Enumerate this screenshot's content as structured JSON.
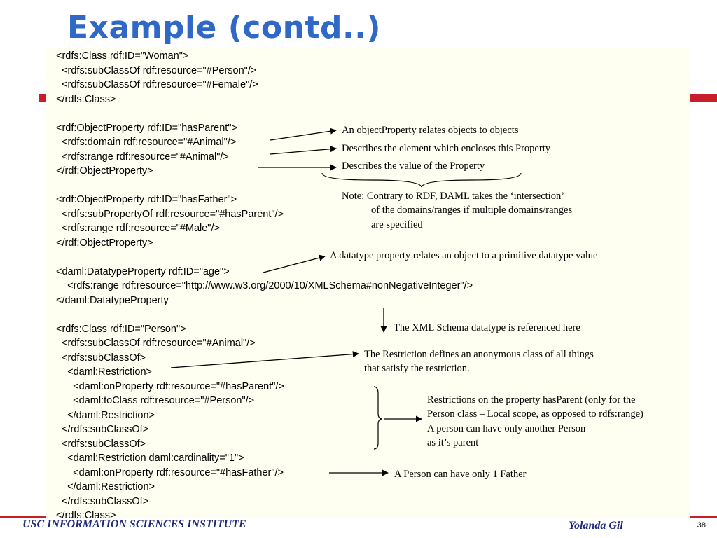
{
  "title": "Example (contd..)",
  "code_lines": [
    "<rdfs:Class rdf:ID=\"Woman\">",
    "  <rdfs:subClassOf rdf:resource=\"#Person\"/>",
    "  <rdfs:subClassOf rdf:resource=\"#Female\"/>",
    "</rdfs:Class>",
    "",
    "<rdf:ObjectProperty rdf:ID=\"hasParent\">",
    "  <rdfs:domain rdf:resource=\"#Animal\"/>",
    "  <rdfs:range rdf:resource=\"#Animal\"/>",
    "</rdf:ObjectProperty>",
    "",
    "<rdf:ObjectProperty rdf:ID=\"hasFather\">",
    "  <rdfs:subPropertyOf rdf:resource=\"#hasParent\"/>",
    "  <rdfs:range rdf:resource=\"#Male\"/>",
    "</rdf:ObjectProperty>",
    "",
    "<daml:DatatypeProperty rdf:ID=\"age\">",
    "    <rdfs:range rdf:resource=\"http://www.w3.org/2000/10/XMLSchema#nonNegativeInteger\"/>",
    "</daml:DatatypeProperty",
    "",
    "<rdfs:Class rdf:ID=\"Person\">",
    "  <rdfs:subClassOf rdf:resource=\"#Animal\"/>",
    "  <rdfs:subClassOf>",
    "    <daml:Restriction>",
    "      <daml:onProperty rdf:resource=\"#hasParent\"/>",
    "      <daml:toClass rdf:resource=\"#Person\"/>",
    "    </daml:Restriction>",
    "  </rdfs:subClassOf>",
    "  <rdfs:subClassOf>",
    "    <daml:Restriction daml:cardinality=\"1\">",
    "      <daml:onProperty rdf:resource=\"#hasFather\"/>",
    "    </daml:Restriction>",
    "  </rdfs:subClassOf>",
    "</rdfs:Class>"
  ],
  "notes": {
    "object_property": "An objectProperty relates objects to objects",
    "domain": "Describes the element which encloses this Property",
    "range": "Describes the value of the Property",
    "note_line1": "Note: Contrary to RDF, DAML takes the ‘intersection’",
    "note_line2": "of the domains/ranges if multiple domains/ranges",
    "note_line3": "are specified",
    "datatype_property": "A datatype property relates an object to a primitive datatype value",
    "xml_schema": "The XML Schema datatype is referenced here",
    "restriction_line1": "The Restriction defines an anonymous class of all things",
    "restriction_line2": "that satisfy the restriction.",
    "restrictions_line1": "Restrictions on the property hasParent (only for the",
    "restrictions_line2": "Person class – Local scope, as opposed to rdfs:range)",
    "restrictions_line3": "A person can have only another Person",
    "restrictions_line4": "as it’s parent",
    "one_father": "A Person can have only 1 Father"
  },
  "footer": {
    "institute": "USC INFORMATION SCIENCES INSTITUTE",
    "author": "Yolanda Gil",
    "page": "38"
  },
  "colors": {
    "title": "#2f68c6",
    "accent_red": "#c81e2a",
    "panel_bg": "#fefff0",
    "footer_text": "#1e2a78"
  }
}
